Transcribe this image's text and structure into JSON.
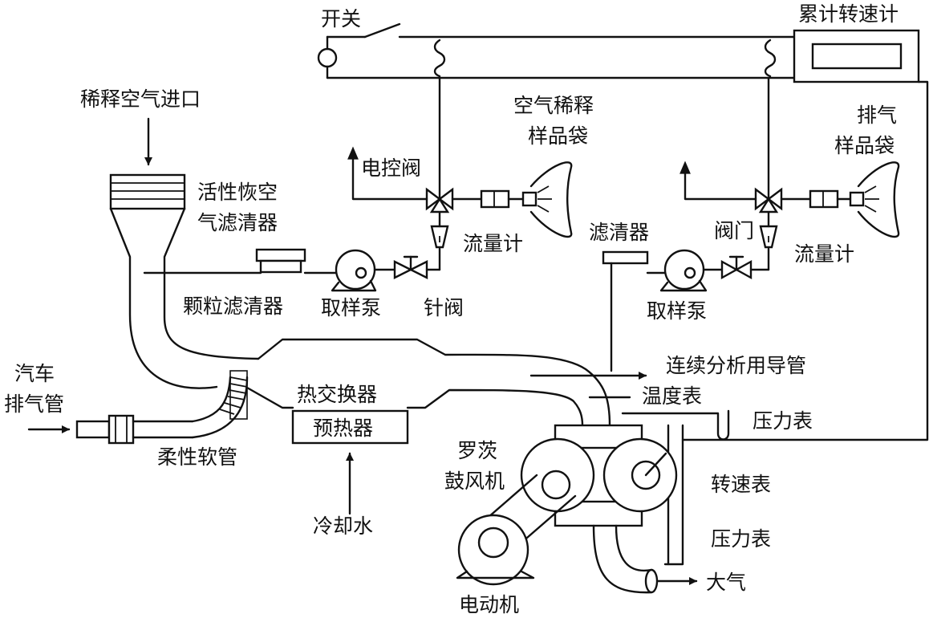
{
  "labels": {
    "switch": "开关",
    "cumulative_tachometer": "累计转速计",
    "dilution_air_inlet": "稀释空气进口",
    "air_dilution_sample_bag_line1": "空气稀释",
    "air_dilution_sample_bag_line2": "样品袋",
    "exhaust_sample_bag_line1": "排气",
    "exhaust_sample_bag_line2": "样品袋",
    "solenoid_valve": "电控阀",
    "activated_carbon_filter_line1": "活性恢空",
    "activated_carbon_filter_line2": "气滤清器",
    "flowmeter_left": "流量计",
    "flowmeter_right": "流量计",
    "filter": "滤清器",
    "valve": "阀门",
    "particle_filter": "颗粒滤清器",
    "sampling_pump_left": "取样泵",
    "needle_valve": "针阀",
    "sampling_pump_right": "取样泵",
    "vehicle_exhaust_line1": "汽车",
    "vehicle_exhaust_line2": "排气管",
    "continuous_analysis_tube": "连续分析用导管",
    "heat_exchanger": "热交换器",
    "thermometer": "温度表",
    "preheater": "预热器",
    "pressure_gauge_top": "压力表",
    "flexible_hose": "柔性软管",
    "roots_blower_line1": "罗茨",
    "roots_blower_line2": "鼓风机",
    "speed_meter": "转速表",
    "cooling_water": "冷却水",
    "pressure_gauge_bottom": "压力表",
    "atmosphere": "大气",
    "electric_motor": "电动机"
  }
}
